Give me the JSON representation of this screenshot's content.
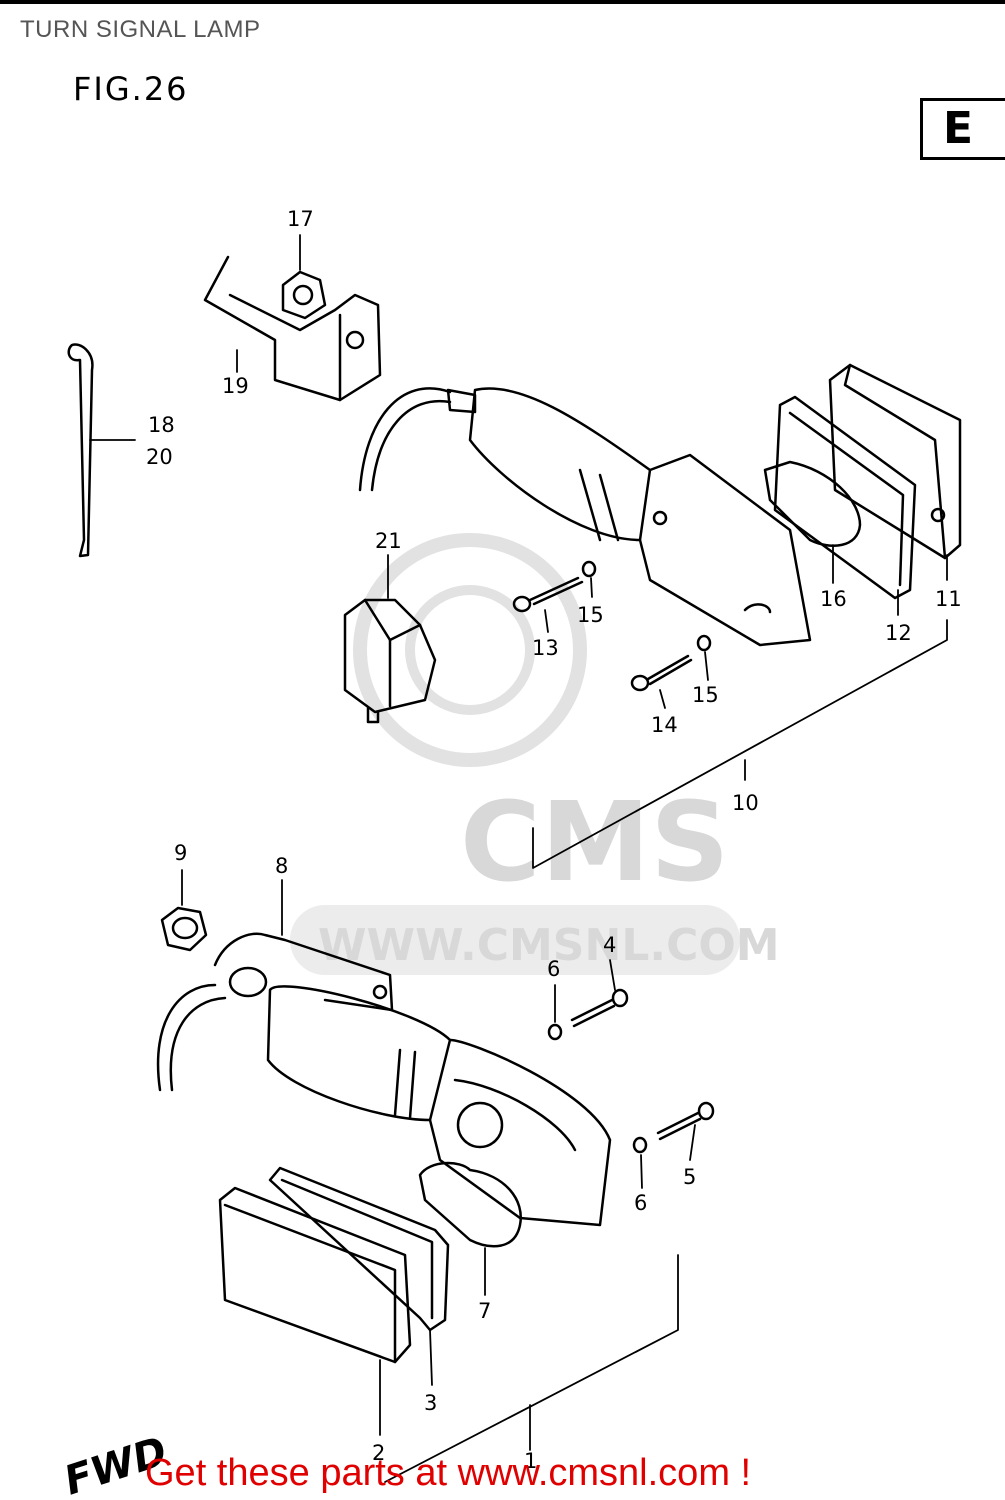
{
  "header": {
    "title": "TURN SIGNAL LAMP"
  },
  "figure": {
    "label": "FIG.26",
    "region_code": "E"
  },
  "watermark": {
    "brand": "CMS",
    "url": "WWW.CMSNL.COM"
  },
  "direction_marker": "FWD",
  "callouts": [
    {
      "id": "c1",
      "label": "1"
    },
    {
      "id": "c2",
      "label": "2"
    },
    {
      "id": "c3",
      "label": "3"
    },
    {
      "id": "c4",
      "label": "4"
    },
    {
      "id": "c5",
      "label": "5"
    },
    {
      "id": "c6a",
      "label": "6"
    },
    {
      "id": "c6b",
      "label": "6"
    },
    {
      "id": "c7",
      "label": "7"
    },
    {
      "id": "c8",
      "label": "8"
    },
    {
      "id": "c9",
      "label": "9"
    },
    {
      "id": "c10",
      "label": "10"
    },
    {
      "id": "c11",
      "label": "11"
    },
    {
      "id": "c12",
      "label": "12"
    },
    {
      "id": "c13",
      "label": "13"
    },
    {
      "id": "c14",
      "label": "14"
    },
    {
      "id": "c15a",
      "label": "15"
    },
    {
      "id": "c15b",
      "label": "15"
    },
    {
      "id": "c16",
      "label": "16"
    },
    {
      "id": "c17",
      "label": "17"
    },
    {
      "id": "c18",
      "label": "18"
    },
    {
      "id": "c20",
      "label": "20"
    },
    {
      "id": "c19",
      "label": "19"
    },
    {
      "id": "c21",
      "label": "21"
    }
  ],
  "footer": {
    "link_text": "Get these parts at www.cmsnl.com !"
  },
  "colors": {
    "footer_link": "#e00000",
    "title_text": "#555555",
    "line_art": "#000000",
    "watermark": "#d8d8d8"
  }
}
